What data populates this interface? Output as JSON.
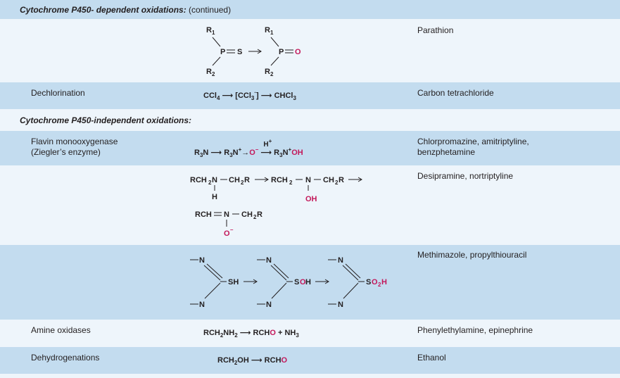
{
  "sections": {
    "p450_dep": {
      "title": "Cytochrome P450- dependent oxidations:",
      "suffix": " (continued)"
    },
    "p450_indep": {
      "title": "Cytochrome P450-independent oxidations:"
    }
  },
  "rows": {
    "parathion": {
      "enzyme": "",
      "example": "Parathion"
    },
    "dechlorination": {
      "enzyme": "Dechlorination",
      "example": "Carbon tetrachloride"
    },
    "flavin": {
      "enzyme_line1": "Flavin monooxygenase",
      "enzyme_line2": "(Ziegler’s enzyme)",
      "example_line1": "Chlorpromazine, amitriptyline,",
      "example_line2": "benzphetamine"
    },
    "desipramine": {
      "enzyme": "",
      "example": "Desipramine, nortriptyline"
    },
    "methimazole": {
      "enzyme": "",
      "example": "Methimazole, propylthiouracil"
    },
    "amine": {
      "enzyme": "Amine oxidases",
      "example": "Phenylethylamine, epinephrine"
    },
    "dehydro": {
      "enzyme": "Dehydrogenations",
      "example": "Ethanol"
    }
  },
  "colors": {
    "blue_band": "#c3dcef",
    "light_band": "#eef5fb",
    "highlight": "#c3185a"
  }
}
